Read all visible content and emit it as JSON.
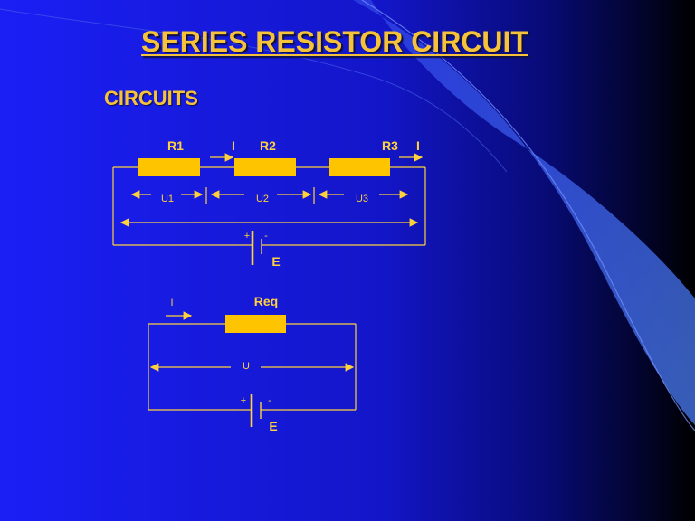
{
  "slide": {
    "title": "SERIES RESISTOR CIRCUIT",
    "subtitle": "CIRCUITS"
  },
  "colors": {
    "background": "#1a1ef0",
    "wire": "#ffd23c",
    "resistor": "#ffc400",
    "text": "#f5c23a"
  },
  "circuit1": {
    "resistors": [
      "R1",
      "R2",
      "R3"
    ],
    "current_label": "I",
    "voltage_labels": [
      "U1",
      "U2",
      "U3"
    ],
    "battery": {
      "plus": "+",
      "minus": "-",
      "label": "E"
    }
  },
  "circuit2": {
    "current_label": "I",
    "resistor": "Req",
    "voltage_label": "U",
    "battery": {
      "plus": "+",
      "minus": "-",
      "label": "E"
    }
  }
}
